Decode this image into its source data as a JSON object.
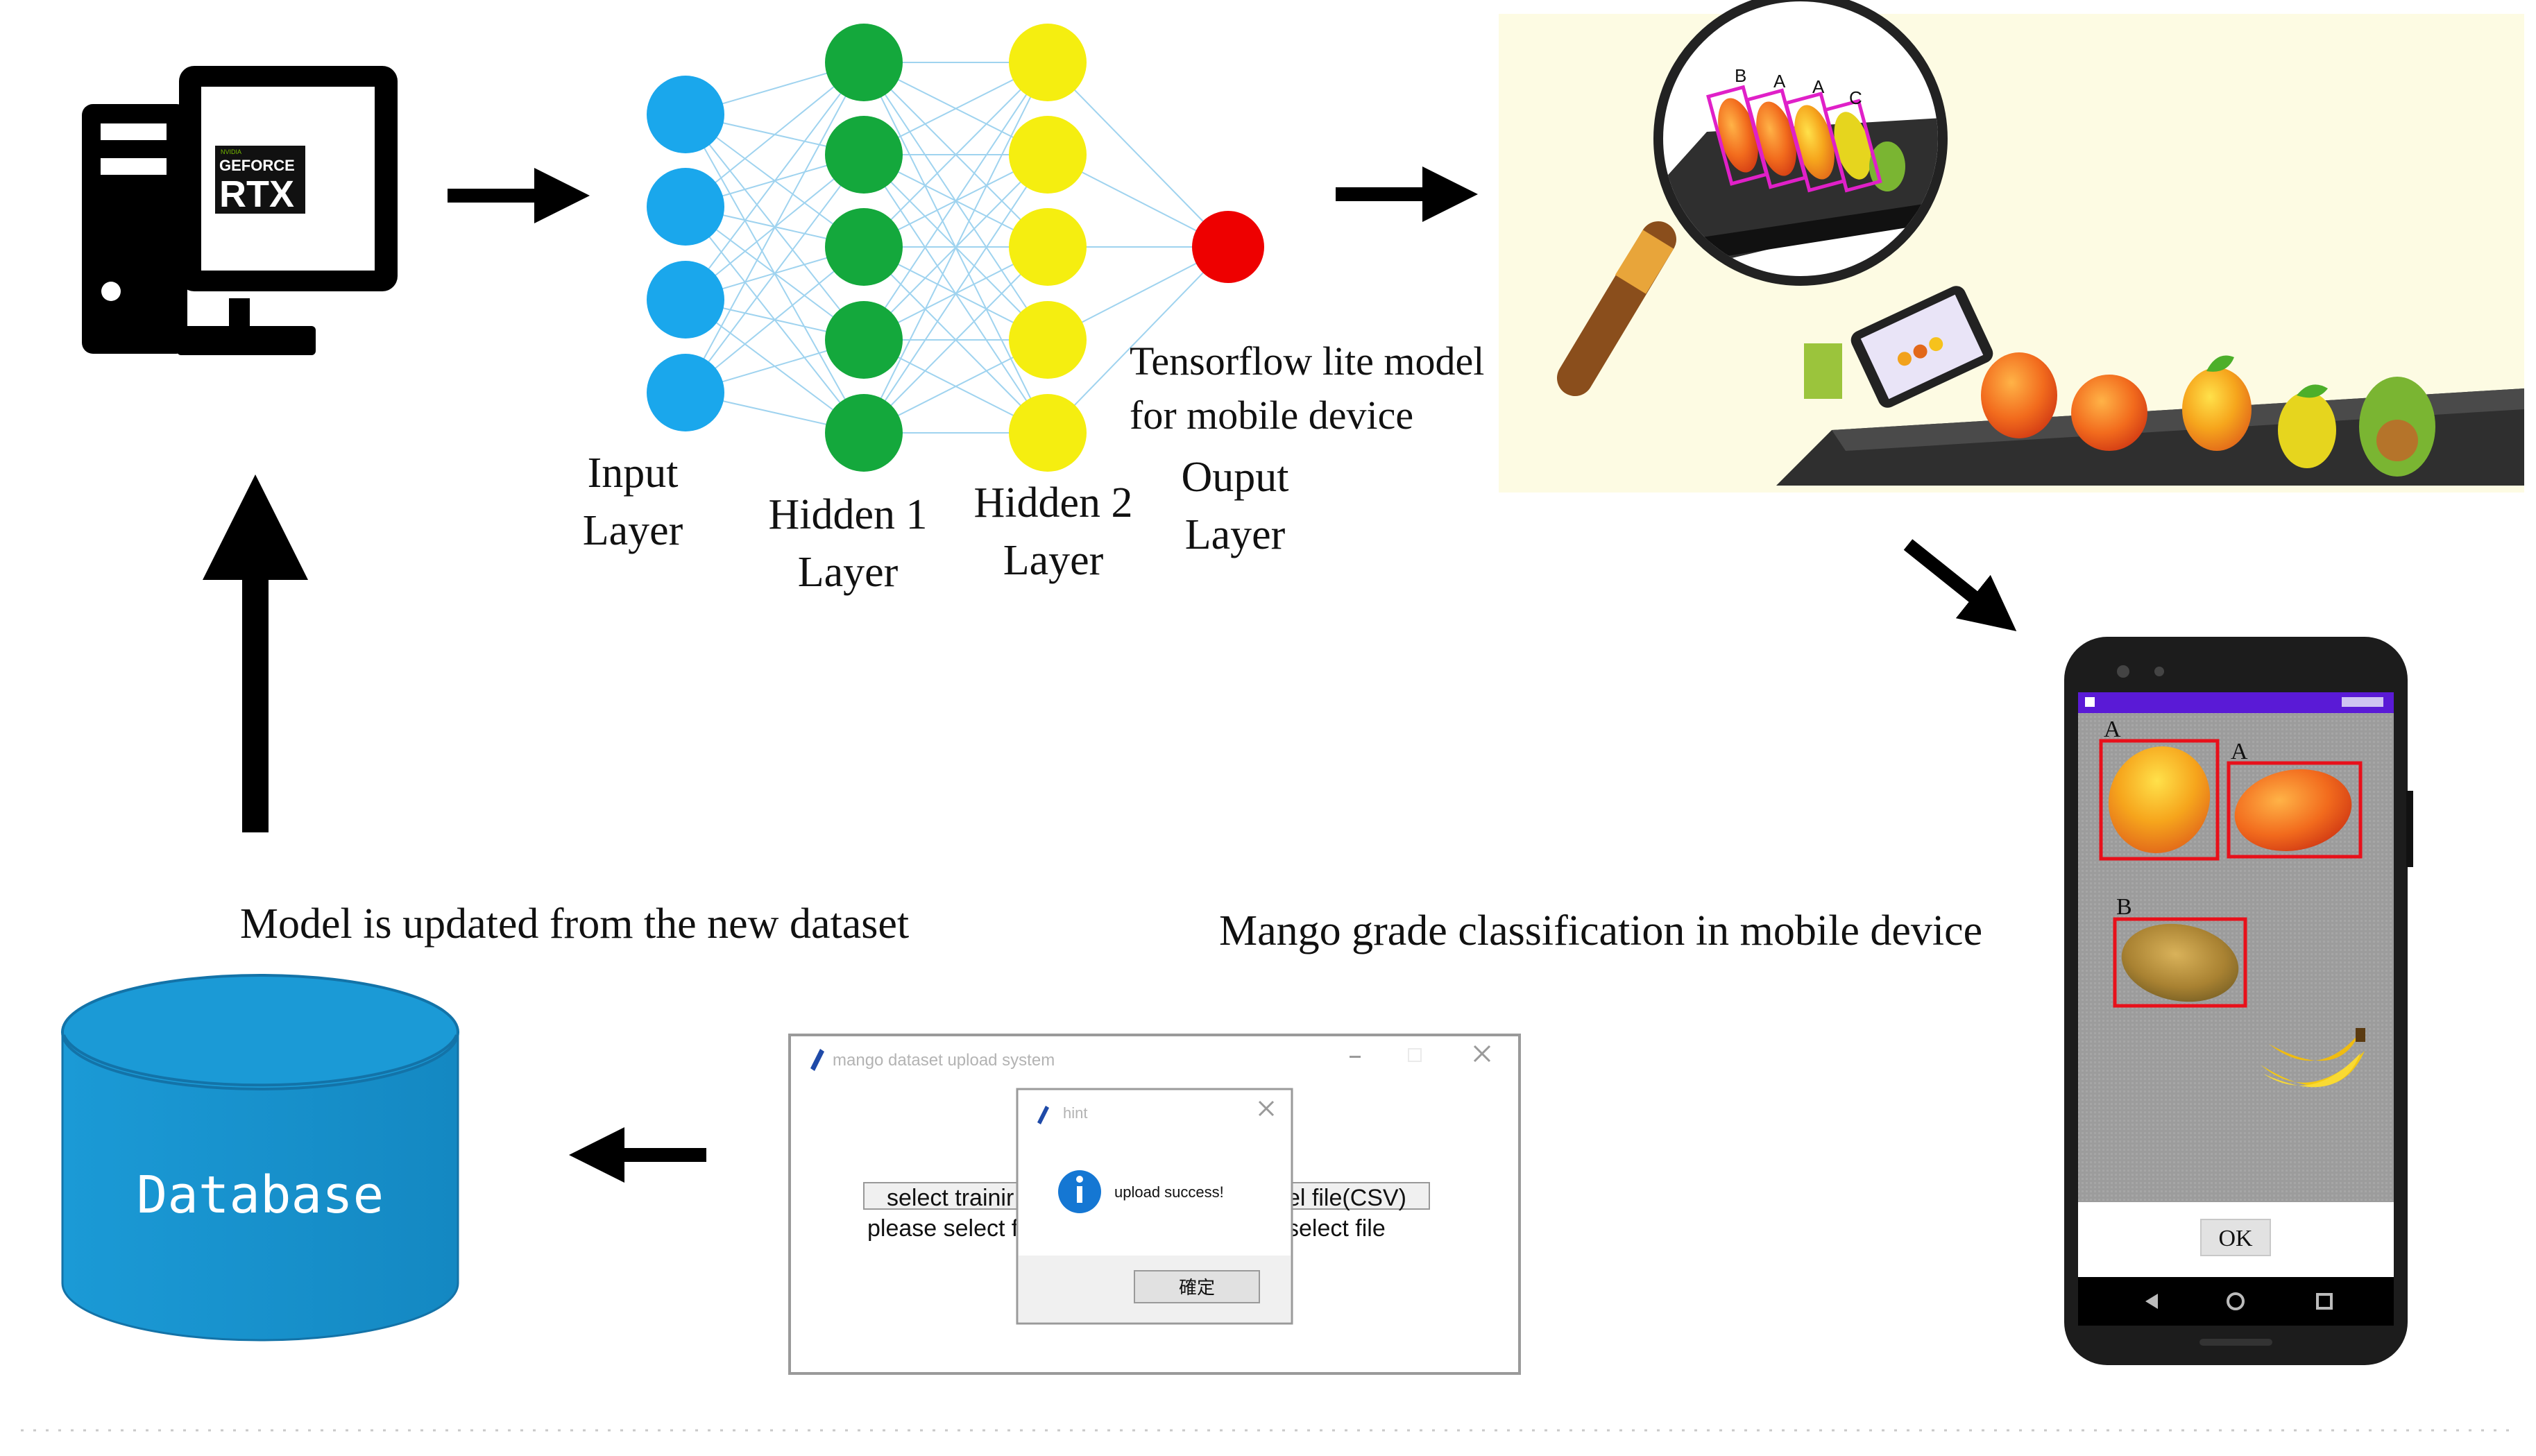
{
  "computer": {
    "gpu_badge_small": "NVIDIA",
    "gpu_badge_top": "GEFORCE",
    "gpu_badge_main": "RTX"
  },
  "network": {
    "layers": [
      {
        "label_line1": "Input",
        "label_line2": "Layer",
        "color": "#1aa7ec"
      },
      {
        "label_line1": "Hidden 1",
        "label_line2": "Layer",
        "color": "#14a83c"
      },
      {
        "label_line1": "Hidden 2",
        "label_line2": "Layer",
        "color": "#f5ee10"
      },
      {
        "label_line1": "Ouput",
        "label_line2": "Layer",
        "color": "#ee0000"
      }
    ],
    "edge_color": "#9fd3ef"
  },
  "model_caption": {
    "line1": "Tensorflow lite model",
    "line2": "for mobile device"
  },
  "scene": {
    "background": "#fdfbe3",
    "grade_labels": [
      "B",
      "A",
      "A",
      "C"
    ]
  },
  "phone_caption": "Mango grade classification in mobile device",
  "phone": {
    "detections": [
      {
        "label": "A"
      },
      {
        "label": "A"
      },
      {
        "label": "B"
      }
    ],
    "ok_label": "OK",
    "accent": "#5a1ad6",
    "box_color": "#e8101a"
  },
  "update_caption": "Model is updated from the new dataset",
  "database": {
    "label": "Database",
    "color": "#1b9ad6"
  },
  "upload_window": {
    "title": "mango dataset upload system",
    "button_left": "select trainir",
    "button_right": "el file(CSV)",
    "status_left": "please select f",
    "status_right": "select file",
    "dialog": {
      "title": "hint",
      "message": "upload success!",
      "confirm": "確定"
    }
  }
}
